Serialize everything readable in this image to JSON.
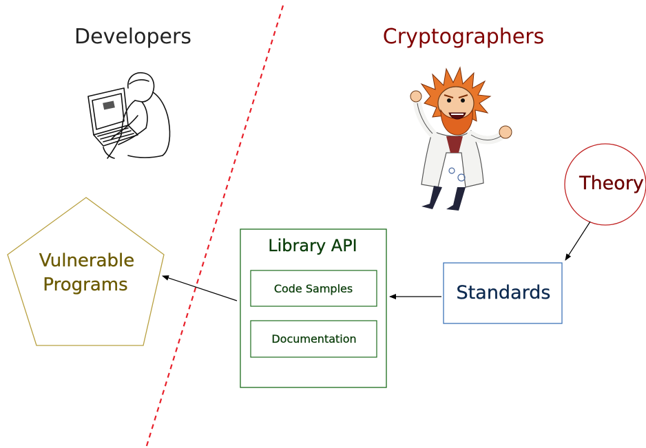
{
  "left_heading": "Developers",
  "right_heading": "Cryptographers",
  "nodes": {
    "vulnerable_programs": {
      "line1": "Vulnerable",
      "line2": "Programs"
    },
    "library_api": {
      "title": "Library API",
      "code_samples": "Code Samples",
      "documentation": "Documentation"
    },
    "standards": "Standards",
    "theory": "Theory"
  },
  "colors": {
    "heading_left": "#222222",
    "heading_right": "#800000",
    "divider": "#e8202a",
    "pentagon_stroke": "#b8a040",
    "pentagon_text": "#6b5a00",
    "library_green": "#1a6b1a",
    "library_text": "#0a3d0a",
    "standards_stroke": "#3d74b8",
    "standards_text": "#0d2a50",
    "theory_stroke": "#c02020",
    "theory_text": "#6b0000"
  }
}
